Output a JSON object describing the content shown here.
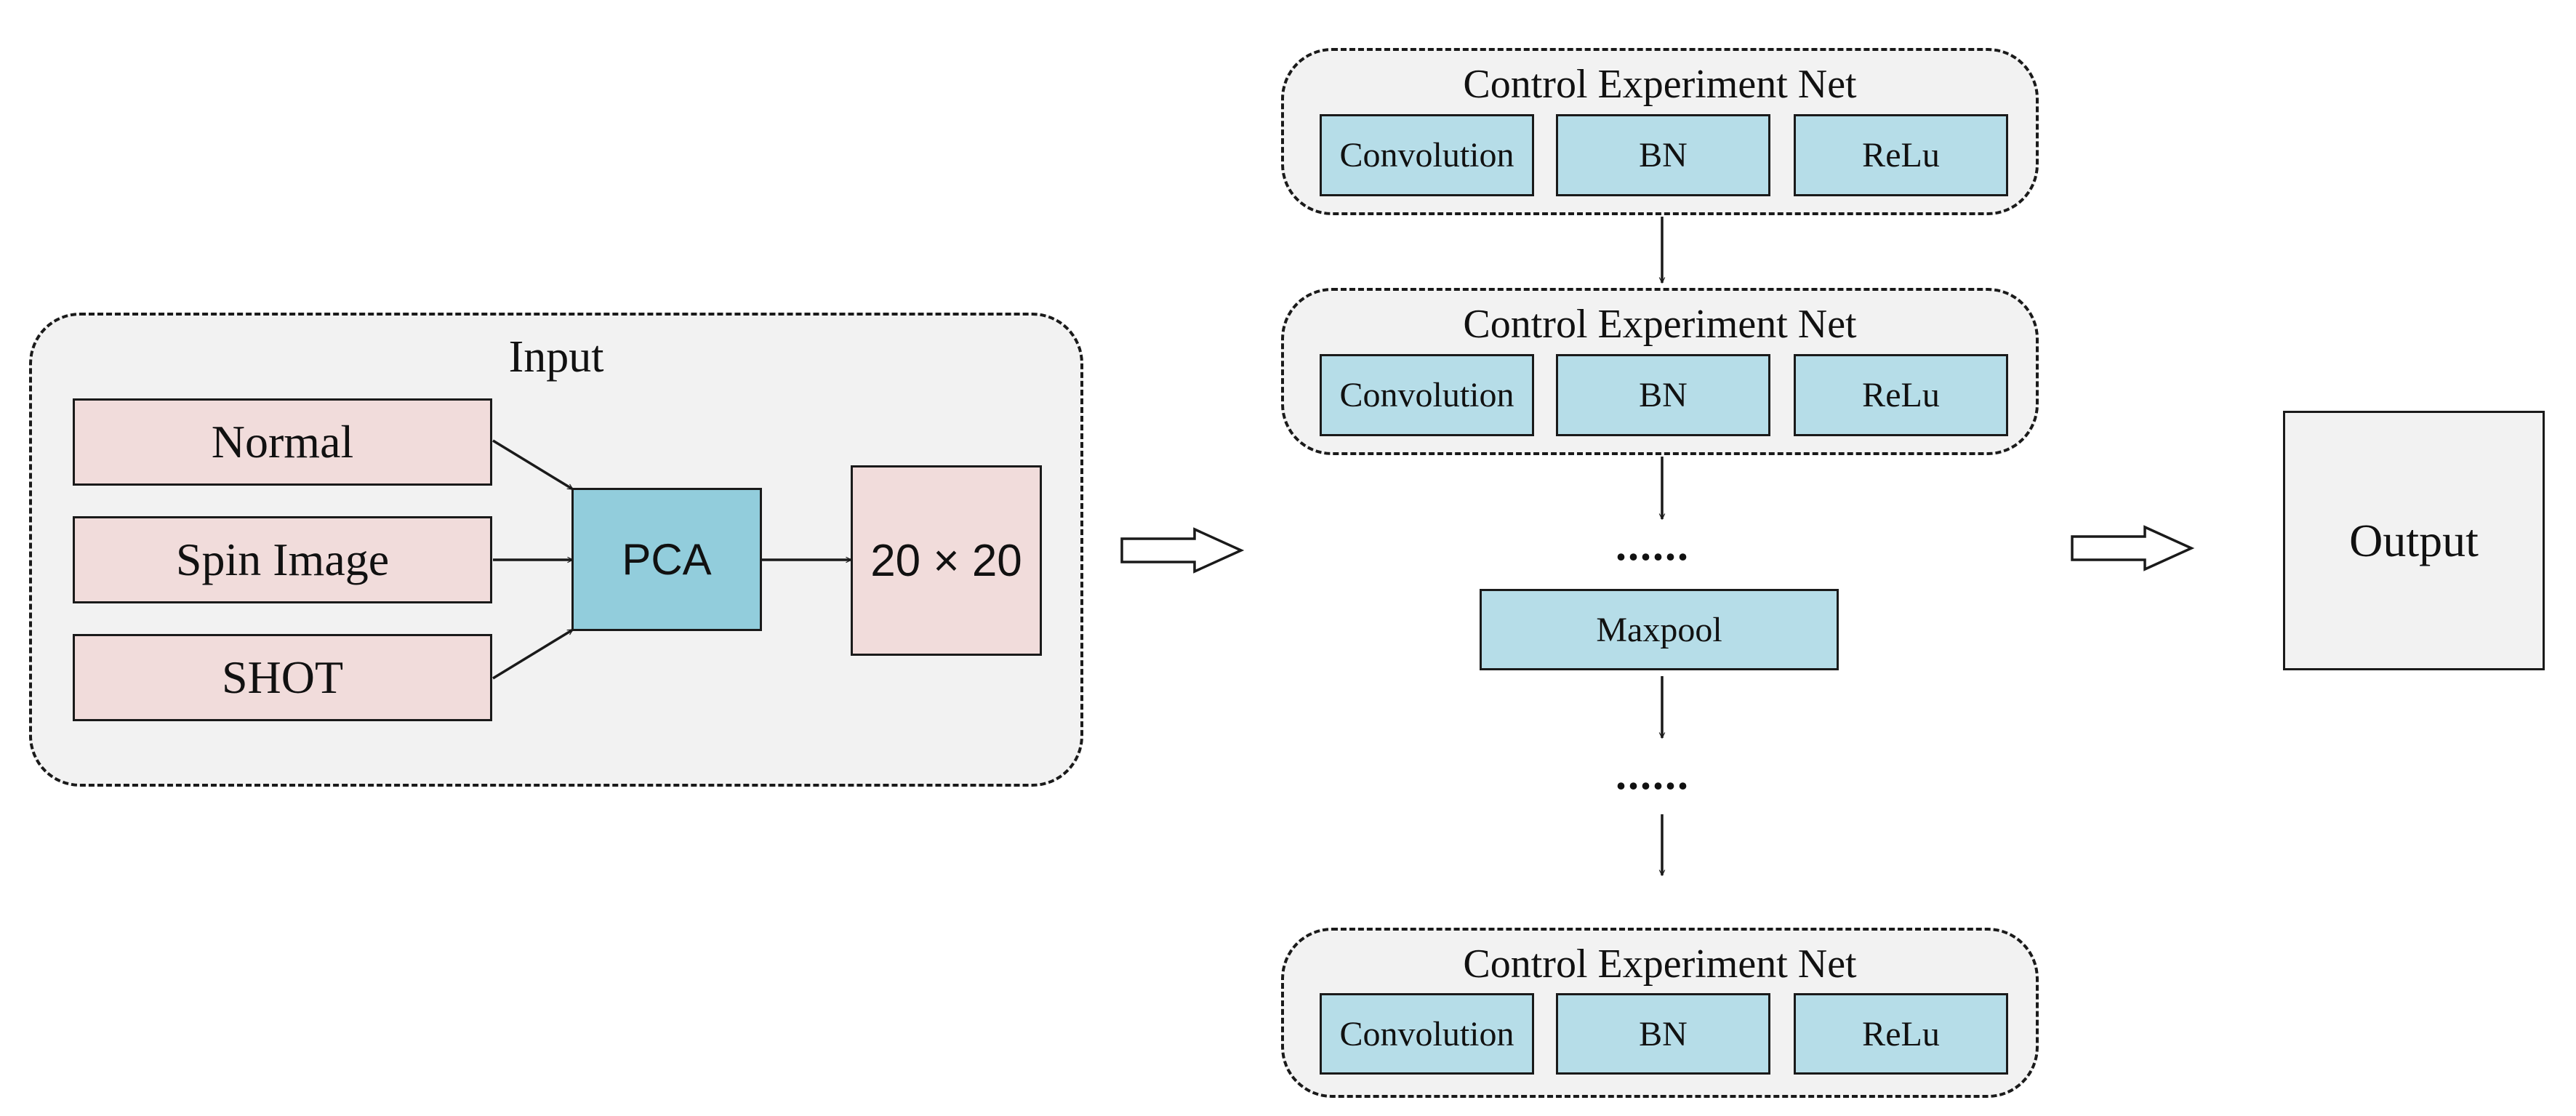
{
  "input_panel": {
    "title": "Input",
    "features": [
      "Normal",
      "Spin Image",
      "SHOT"
    ],
    "pca_label": "PCA",
    "size_label": "20 × 20"
  },
  "network": {
    "block_title": "Control Experiment Net",
    "block_layers": [
      "Convolution",
      "BN",
      "ReLu"
    ],
    "ellipsis": "......",
    "pool_label": "Maxpool"
  },
  "output_label": "Output",
  "colors": {
    "panel_fill": "#f2f2f2",
    "feature_fill": "#f1dcdb",
    "pca_fill": "#92cddc",
    "layer_fill": "#b6dde8"
  }
}
